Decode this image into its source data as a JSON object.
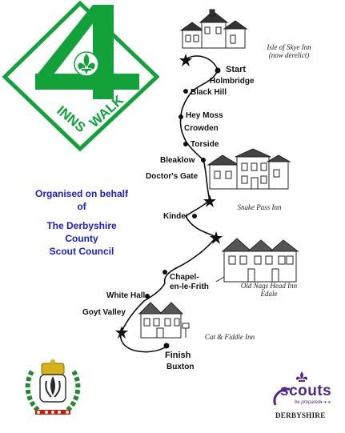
{
  "logo": {
    "number": "4",
    "word_left": "INNS",
    "word_right": "WALK",
    "colors": {
      "green": "#13a23a"
    }
  },
  "organiser": {
    "line1": "Organised on behalf",
    "line2": "of",
    "line3": "The Derbyshire",
    "line4": "County",
    "line5": "Scout Council"
  },
  "route": {
    "stops": [
      {
        "id": "start",
        "label": "Start"
      },
      {
        "id": "holmbridge",
        "label": "Holmbridge"
      },
      {
        "id": "black-hill",
        "label": "Black Hill"
      },
      {
        "id": "hey-moss",
        "label": "Hey Moss"
      },
      {
        "id": "crowden",
        "label": "Crowden"
      },
      {
        "id": "torside",
        "label": "Torside"
      },
      {
        "id": "bleaklow",
        "label": "Bleaklow"
      },
      {
        "id": "doctors-gate",
        "label": "Doctor's Gate"
      },
      {
        "id": "kinder",
        "label": "Kinder"
      },
      {
        "id": "chapel1",
        "label": "Chapel-"
      },
      {
        "id": "chapel2",
        "label": "en-le-Frith"
      },
      {
        "id": "white-hall",
        "label": "White Hall"
      },
      {
        "id": "goyt-valley",
        "label": "Goyt Valley"
      },
      {
        "id": "finish",
        "label": "Finish"
      },
      {
        "id": "buxton",
        "label": "Buxton"
      }
    ],
    "inns": [
      {
        "id": "isle-of-skye",
        "line1": "Isle of Skye Inn",
        "line2": "(now derelict)"
      },
      {
        "id": "snake-pass",
        "line1": "Snake Pass Inn",
        "line2": ""
      },
      {
        "id": "old-nags-head",
        "line1": "Old Nags Head Inn",
        "line2": "Edale"
      },
      {
        "id": "cat-fiddle",
        "line1": "Cat & Fiddle Inn",
        "line2": ""
      }
    ]
  },
  "scouts_badge": {
    "word": "scouts",
    "motto": "be prepared",
    "region": "DERBYSHIRE",
    "colors": {
      "purple": "#4d2a86"
    }
  },
  "colors": {
    "organiser_text": "#1c1ccc",
    "route": "#111111"
  }
}
